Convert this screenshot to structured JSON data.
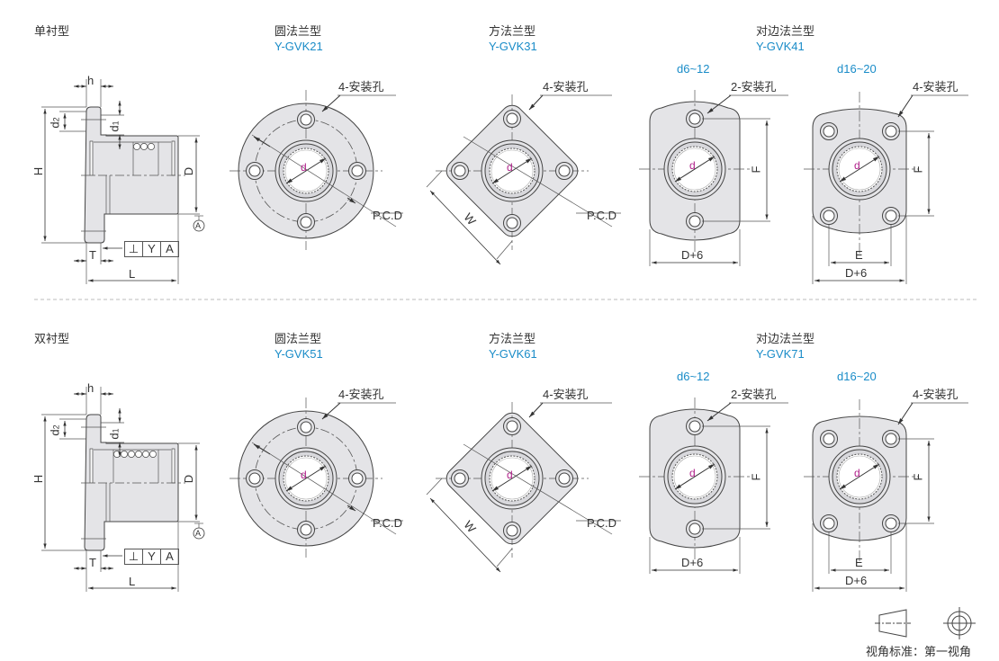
{
  "rows": [
    {
      "type": "单衬型",
      "round": {
        "name": "圆法兰型",
        "code": "Y-GVK21"
      },
      "square": {
        "name": "方法兰型",
        "code": "Y-GVK31"
      },
      "pair": {
        "name": "对边法兰型",
        "code": "Y-GVK41"
      }
    },
    {
      "type": "双衬型",
      "round": {
        "name": "圆法兰型",
        "code": "Y-GVK51"
      },
      "square": {
        "name": "方法兰型",
        "code": "Y-GVK61"
      },
      "pair": {
        "name": "对边法兰型",
        "code": "Y-GVK71"
      }
    }
  ],
  "dims": {
    "h": "h",
    "d1": "d",
    "d1_sub": "1",
    "d2": "d",
    "d2_sub": "2",
    "H": "H",
    "D": "D",
    "T": "T",
    "L": "L",
    "datum": "A",
    "perp": "⊥",
    "fcf_y": "Y",
    "fcf_a": "A",
    "holes4": "4-安装孔",
    "holes2": "2-安装孔",
    "pcd": "P.C.D",
    "W": "W",
    "F": "F",
    "E": "E",
    "D6": "D+6",
    "d": "d",
    "range_small": "d6~12",
    "range_large": "d16~20"
  },
  "legend": {
    "label": "视角标准：第一视角"
  },
  "colors": {
    "accent": "#1a8cc8",
    "fill": "#e4e4e7",
    "stroke": "#4a4a4a",
    "bore_label": "#b0208a"
  }
}
